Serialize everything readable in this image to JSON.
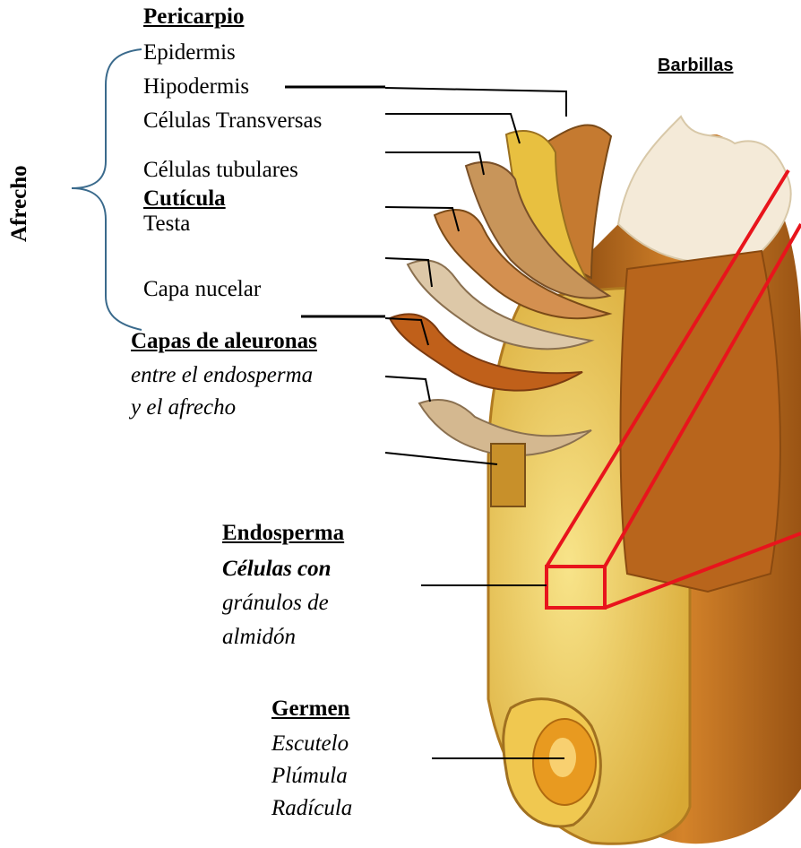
{
  "bran_bracket": "Afrecho",
  "pericarp": {
    "title": "Pericarpio",
    "layers": [
      "Epidermis",
      "Hipodermis",
      "Células Transversas",
      "Células tubulares"
    ]
  },
  "cuticle": "Cutícula",
  "testa": "Testa",
  "nucellar": "Capa nucelar",
  "aleurone": {
    "title": "Capas de aleuronas",
    "line1": "entre el endosperma",
    "line2": "y el afrecho"
  },
  "brush": "Barbillas",
  "endosperm": {
    "title": "Endosperma",
    "line1": "Células con",
    "line2": "gránulos de",
    "line3": "almidón"
  },
  "germ": {
    "title": "Germen",
    "items": [
      "Escutelo",
      "Plúmula",
      "Radícula"
    ]
  },
  "colors": {
    "bracket": "#3a6a8c",
    "highlight": "#e8141c",
    "grain_dark": "#b86a1c",
    "grain_light": "#e0a040",
    "endosperm": "#f0d060"
  }
}
